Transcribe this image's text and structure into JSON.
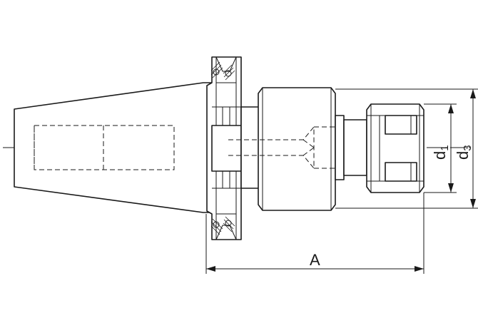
{
  "dimensions": {
    "A": "A",
    "d1": {
      "main": "d",
      "sub": "1"
    },
    "d3": {
      "main": "d",
      "sub": "3"
    }
  }
}
